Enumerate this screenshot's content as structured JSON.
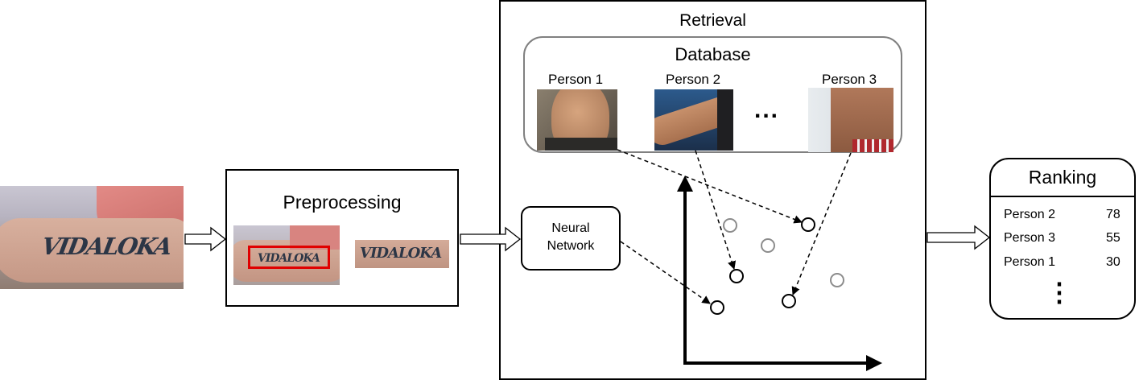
{
  "input_image": {
    "tattoo_text": "VIDALOKA"
  },
  "preprocessing": {
    "title": "Preprocessing",
    "crop_tattoo_text": "VIDALOKA",
    "highlight_color": "#e00000"
  },
  "retrieval": {
    "title": "Retrieval",
    "database": {
      "title": "Database",
      "persons": [
        {
          "label": "Person 1"
        },
        {
          "label": "Person 2"
        },
        {
          "label": "Person 3"
        }
      ],
      "ellipsis": "..."
    },
    "neural_network": {
      "line1": "Neural",
      "line2": "Network"
    }
  },
  "ranking": {
    "title": "Ranking",
    "rows": [
      {
        "name": "Person 2",
        "score": "78"
      },
      {
        "name": "Person 3",
        "score": "55"
      },
      {
        "name": "Person 1",
        "score": "30"
      }
    ],
    "more": "⋮"
  }
}
